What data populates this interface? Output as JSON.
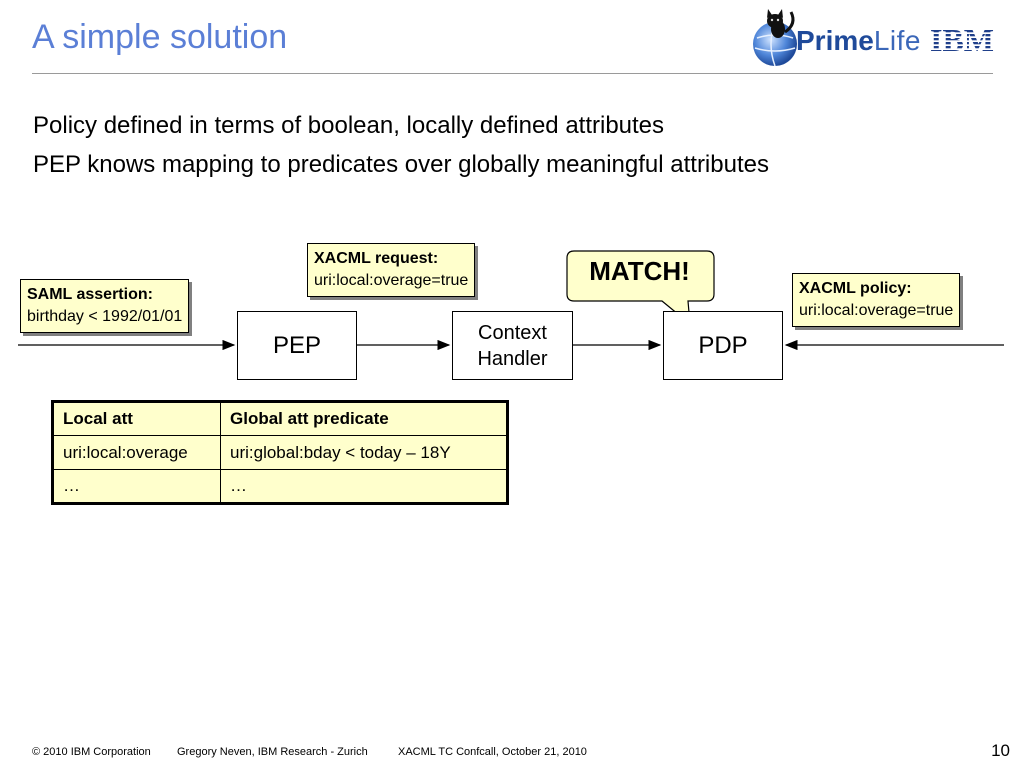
{
  "slide": {
    "title": "A simple solution",
    "bullets": [
      "Policy defined in terms of boolean, locally defined attributes",
      "PEP knows mapping to predicates over globally meaningful attributes"
    ]
  },
  "logos": {
    "primelife_prime": "Prime",
    "primelife_life": "Life",
    "ibm": "IBM"
  },
  "diagram": {
    "boxes": {
      "pep": "PEP",
      "context_handler": [
        "Context",
        "Handler"
      ],
      "pdp": "PDP"
    },
    "callouts": {
      "saml": {
        "title": "SAML assertion:",
        "body": "birthday < 1992/01/01"
      },
      "xacml_request": {
        "title": "XACML request:",
        "body": "uri:local:overage=true"
      },
      "xacml_policy": {
        "title": "XACML policy:",
        "body": "uri:local:overage=true"
      },
      "match": "MATCH!"
    }
  },
  "table": {
    "headers": [
      "Local att",
      "Global att predicate"
    ],
    "rows": [
      [
        "uri:local:overage",
        "uri:global:bday < today – 18Y"
      ],
      [
        "…",
        "…"
      ]
    ]
  },
  "footer": {
    "copyright": "© 2010 IBM Corporation",
    "author": "Gregory Neven, IBM Research - Zurich",
    "event": "XACML TC Confcall, October 21, 2010",
    "page_number": "10"
  },
  "colors": {
    "title": "#5b7fd6",
    "callout_fill": "#ffffcc",
    "primelife_blue": "#1f4a9a",
    "ibm_blue": "#1f3f8a"
  }
}
